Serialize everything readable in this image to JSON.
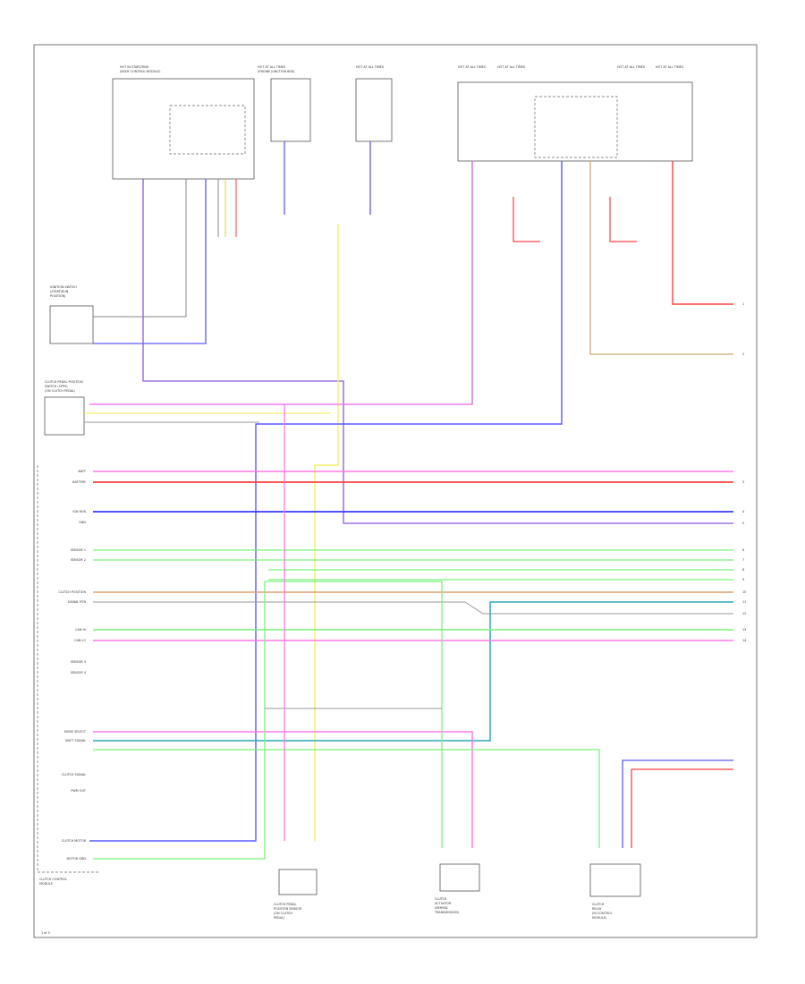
{
  "diagram": {
    "page_code": "1 of 5",
    "colors": {
      "blue": "#5a5aff",
      "violet": "#b06ad8",
      "pink": "#ff78e6",
      "red": "#ff4040",
      "yellow": "#f2ef6a",
      "green": "#7cf07c",
      "tan": "#c8ab78",
      "teal": "#2fa7b8",
      "lavender": "#a4a4ff",
      "gray": "#777777"
    },
    "top_components": [
      {
        "id": "bcm",
        "lines": [
          "HOT IN START/RUN",
          "(BODY CONTROL MODULE)"
        ]
      },
      {
        "id": "ejb1",
        "lines": [
          "HOT AT ALL TIMES",
          "(ENGINE JUNCTION BOX)"
        ]
      },
      {
        "id": "ejb2",
        "lines": [
          "HOT AT ALL TIMES"
        ]
      },
      {
        "id": "ejb3",
        "lines": [
          "HOT AT ALL TIMES"
        ]
      },
      {
        "id": "ejb4",
        "lines": [
          "HOT AT ALL TIMES"
        ]
      },
      {
        "id": "ejb5",
        "lines": [
          "HOT AT ALL TIMES"
        ]
      },
      {
        "id": "ejb6",
        "lines": [
          "HOT AT ALL TIMES"
        ]
      }
    ],
    "side_labels": {
      "ignition_switch": [
        "IGNITION SWITCH",
        "(START/RUN",
        "POSITION)"
      ],
      "fuse_module": [
        "CLUTCH PEDAL POSITION",
        "SWITCH (CPPS)",
        "(ON CLUTCH PEDAL)"
      ],
      "module_caption": [
        "CLUTCH CONTROL",
        "MODULE"
      ],
      "footer_code": "1 of 5"
    },
    "left_labels": [
      "BATT",
      "BATTERY",
      "IGN RUN",
      "GND",
      "SENSOR 1",
      "SENSOR 2",
      "CLUTCH POSITION",
      "SIGNAL RTN",
      "CAN HI",
      "CAN LO",
      "SENSOR 3",
      "SENSOR 4",
      "MODE SELECT",
      "SHIFT SIGNAL",
      "CLUTCH SIGNAL",
      "PWM OUT",
      "CLUTCH MOTOR",
      "MOTOR GND"
    ],
    "bottom_components": [
      {
        "id": "clutch-sensor",
        "lines": [
          "CLUTCH PEDAL",
          "POSITION SENSOR",
          "(ON CLUTCH",
          "PEDAL)"
        ]
      },
      {
        "id": "actuator",
        "lines": [
          "CLUTCH",
          "ACTUATOR",
          "(BEHIND",
          "TRANSMISSION)"
        ]
      },
      {
        "id": "relay",
        "lines": [
          "CLUTCH",
          "RELAY",
          "(IN CONTROL",
          "MODULE)"
        ]
      }
    ],
    "right_refs": [
      "1",
      "2",
      "3",
      "4",
      "5",
      "6",
      "7",
      "8",
      "9",
      "10",
      "11",
      "12",
      "13",
      "14"
    ]
  }
}
